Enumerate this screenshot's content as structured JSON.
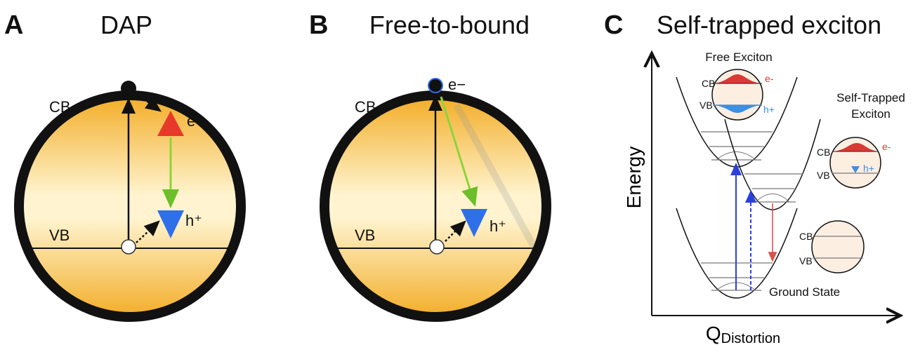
{
  "panels": {
    "a": {
      "letter": "A",
      "title": "DAP",
      "cb": "CB",
      "vb": "VB",
      "electron": "e−",
      "hole": "h⁺"
    },
    "b": {
      "letter": "B",
      "title": "Free-to-bound",
      "cb": "CB",
      "vb": "VB",
      "electron": "e−",
      "hole": "h⁺"
    },
    "c": {
      "letter": "C",
      "title": "Self-trapped exciton",
      "y_axis": "Energy",
      "x_axis_main": "Q",
      "x_axis_sub": "Distortion",
      "free_exciton": {
        "label": "Free Exciton",
        "cb": "CB",
        "vb": "VB",
        "electron": "e-",
        "hole": "h+"
      },
      "ste": {
        "label_line1": "Self-Trapped",
        "label_line2": "Exciton",
        "cb": "CB",
        "vb": "VB",
        "electron": "e-",
        "hole": "h+"
      },
      "ground": {
        "label": "Ground State",
        "cb": "CB",
        "vb": "VB"
      }
    }
  },
  "colors": {
    "electron": "#e8382a",
    "hole": "#2f6fe8",
    "transition": "#8ed43a",
    "ring": "#111111",
    "band_fill": "#f7c23a",
    "emission": "#d9534f",
    "absorption": "#2a3fe0"
  }
}
